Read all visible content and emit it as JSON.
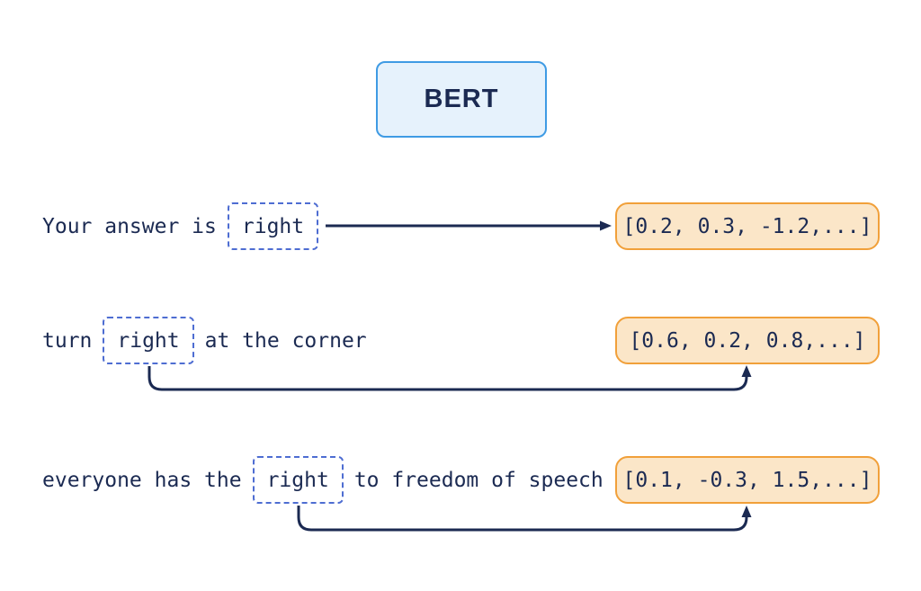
{
  "bert_box": {
    "label": "BERT"
  },
  "rows": [
    {
      "pre": "Your answer is",
      "token": "right",
      "post": "",
      "vector": "[0.2, 0.3, -1.2,...]"
    },
    {
      "pre": "turn",
      "token": "right",
      "post": "at the corner",
      "vector": "[0.6, 0.2, 0.8,...]"
    },
    {
      "pre": "everyone has the",
      "token": "right",
      "post": "to freedom of speech",
      "vector": "[0.1, -0.3, 1.5,...]"
    }
  ],
  "colors": {
    "navy": "#1b2a52",
    "dash-blue": "#4e6dd2",
    "bert-border": "#3f9be4",
    "bert-fill": "#e6f2fc",
    "vec-border": "#f1a03a",
    "vec-fill": "#fbe6c8",
    "bg": "#ffffff"
  }
}
